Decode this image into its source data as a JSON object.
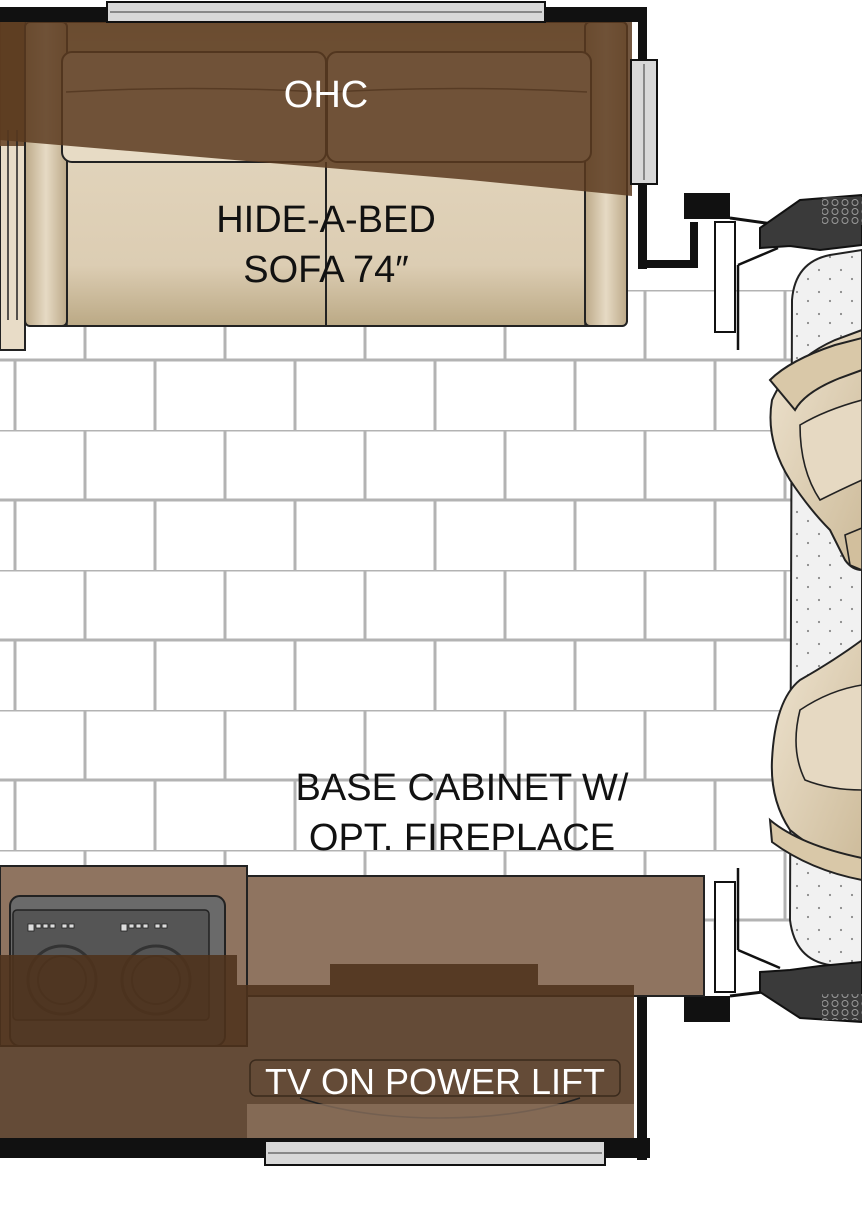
{
  "labels": {
    "overhead_cabinet": "OHC",
    "sofa_line1": "HIDE-A-BED",
    "sofa_line2": "SOFA 74″",
    "cabinet_line1": "BASE CABINET W/",
    "cabinet_line2": "OPT. FIREPLACE",
    "tv_lift": "TV ON POWER LIFT"
  },
  "colors": {
    "floor_tile_grout": "#b3b3b3",
    "floor_tile": "#ffffff",
    "sofa_upholstery": "#dccdb3",
    "overhead_cabinet": "#6b4a2d",
    "base_cabinet": "#8f7460",
    "tv_cabinet": "#5e3f27",
    "wall": "#111111",
    "recliner": "#e3d4bb",
    "rug": "#f1f1f1"
  }
}
